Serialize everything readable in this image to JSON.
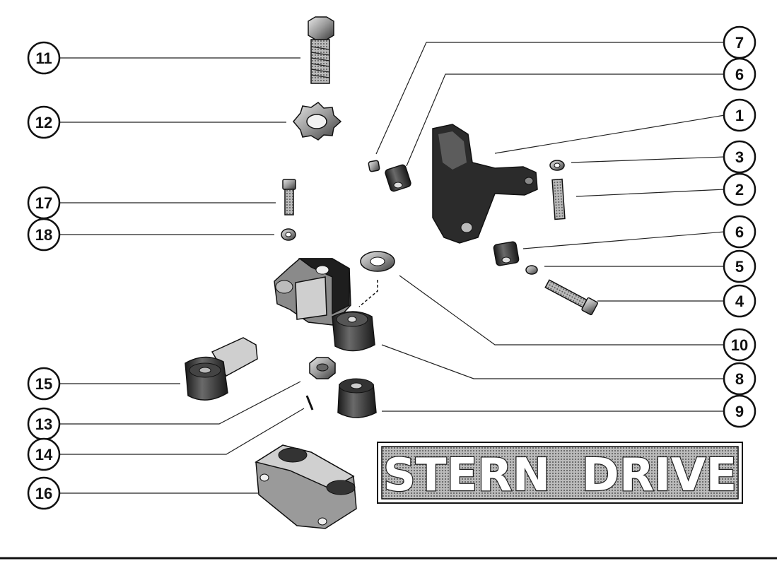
{
  "callouts": [
    {
      "id": "c11",
      "label": "11"
    },
    {
      "id": "c12",
      "label": "12"
    },
    {
      "id": "c17",
      "label": "17"
    },
    {
      "id": "c18",
      "label": "18"
    },
    {
      "id": "c15",
      "label": "15"
    },
    {
      "id": "c13",
      "label": "13"
    },
    {
      "id": "c14",
      "label": "14"
    },
    {
      "id": "c16",
      "label": "16"
    },
    {
      "id": "c7",
      "label": "7"
    },
    {
      "id": "c6a",
      "label": "6"
    },
    {
      "id": "c1",
      "label": "1"
    },
    {
      "id": "c3",
      "label": "3"
    },
    {
      "id": "c2",
      "label": "2"
    },
    {
      "id": "c6b",
      "label": "6"
    },
    {
      "id": "c5",
      "label": "5"
    },
    {
      "id": "c4",
      "label": "4"
    },
    {
      "id": "c10",
      "label": "10"
    },
    {
      "id": "c8",
      "label": "8"
    },
    {
      "id": "c9",
      "label": "9"
    }
  ],
  "title_panel": {
    "text": "STERN  DRIVE"
  },
  "colors": {
    "ink": "#111111",
    "part_dark": "#2a2a2a",
    "part_mid": "#8c8c8c",
    "part_light": "#d4d4d4"
  }
}
